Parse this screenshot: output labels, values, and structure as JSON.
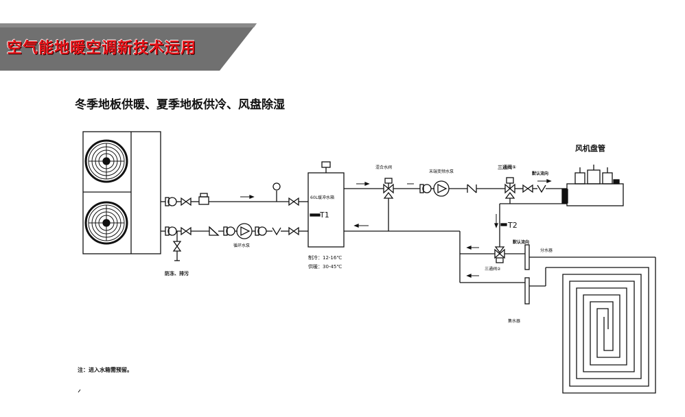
{
  "header": {
    "title": "空气能地暖空调新技术运用",
    "subtitle": "冬季地板供暖、夏季地板供冷、风盘除湿"
  },
  "diagram": {
    "fan_coil_label": "风机盘管",
    "tank_label": "60L缓冲水箱",
    "t1_label": "T1",
    "t2_label": "T2",
    "cooling_temp": "制冷：12-16℃",
    "heating_temp": "供暖：30-45℃",
    "mixing_valve": "混合水阀",
    "end_pump": "末端变频水泵",
    "three_way_1": "三通阀①",
    "three_way_2": "三通阀②",
    "default_flow_1": "默认流向",
    "default_flow_2": "默认流向",
    "circ_pump": "循环水泵",
    "drain_label": "防冻、排污",
    "distributor": "分水器",
    "collector": "集水器",
    "note": "注：进入水箱需预留。"
  },
  "colors": {
    "banner_gray": "#6f6f6f",
    "title_red": "#e8141a",
    "line": "#111111"
  }
}
